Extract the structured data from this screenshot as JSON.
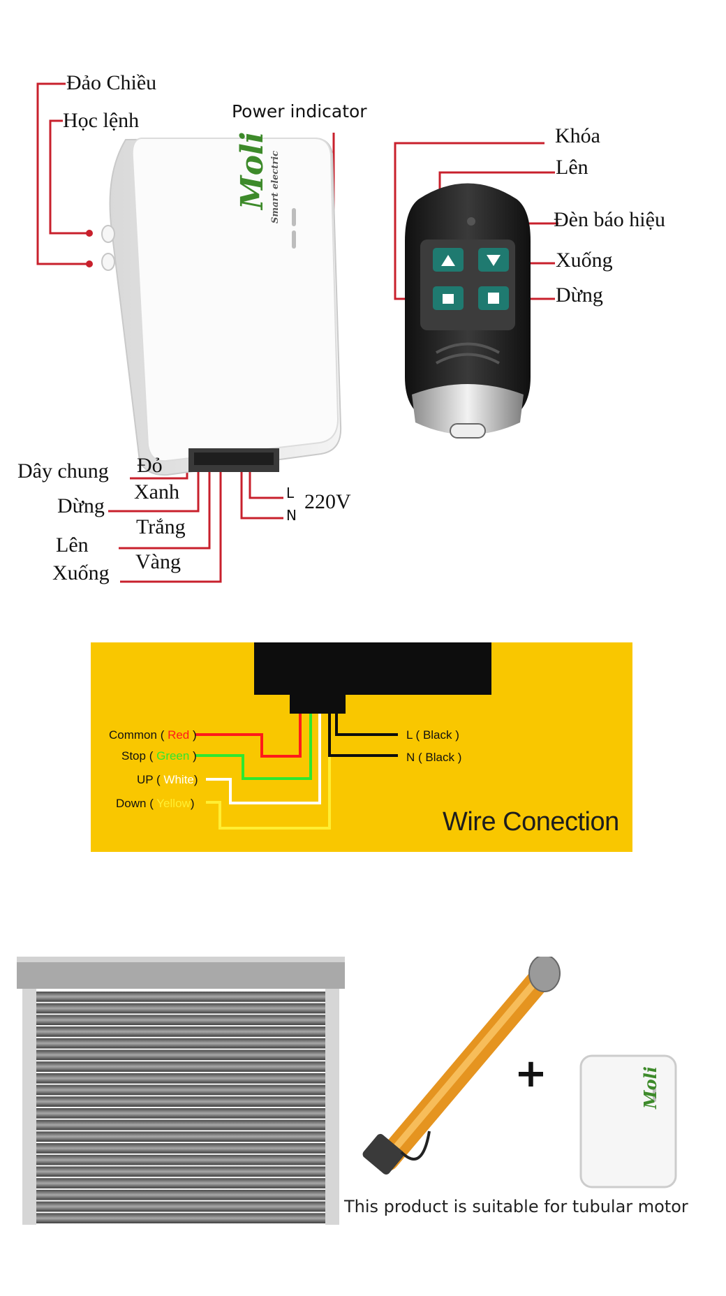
{
  "receiver": {
    "labels": {
      "reverse": "Đảo Chiều",
      "learn": "Học lệnh",
      "power_indicator": "Power indicator",
      "common_wire": "Dây chung",
      "stop": "Dừng",
      "up": "Lên",
      "down": "Xuống",
      "red": "Đỏ",
      "green": "Xanh",
      "white": "Trắng",
      "yellow": "Vàng",
      "live": "L",
      "neutral": "N",
      "voltage": "220V"
    },
    "logo": {
      "brand": "Moli",
      "tagline": "Smart electric"
    }
  },
  "remote": {
    "labels": {
      "lock": "Khóa",
      "up": "Lên",
      "indicator": "Đèn báo hiệu",
      "down": "Xuống",
      "stop": "Dừng"
    }
  },
  "wiring": {
    "title": "Wire Conection",
    "wires": [
      {
        "name": "Common",
        "color_word": "Red",
        "color": "#ff1a1a"
      },
      {
        "name": "Stop",
        "color_word": "Green",
        "color": "#2ee82e"
      },
      {
        "name": "UP",
        "color_word": "White",
        "color": "#ffffff"
      },
      {
        "name": "Down",
        "color_word": "Yellow",
        "color": "#ffee33"
      }
    ],
    "power": [
      {
        "name": "L",
        "color_word": "Black"
      },
      {
        "name": "N",
        "color_word": "Black"
      }
    ]
  },
  "product": {
    "plus": "+",
    "caption": "This product is suitable for tubular motor"
  },
  "colors": {
    "callout_line": "#c8202c",
    "panel_yellow": "#f9c700",
    "remote_button": "#1f7a70",
    "motor_orange": "#f2a531",
    "logo_green": "#3d8a2a"
  }
}
